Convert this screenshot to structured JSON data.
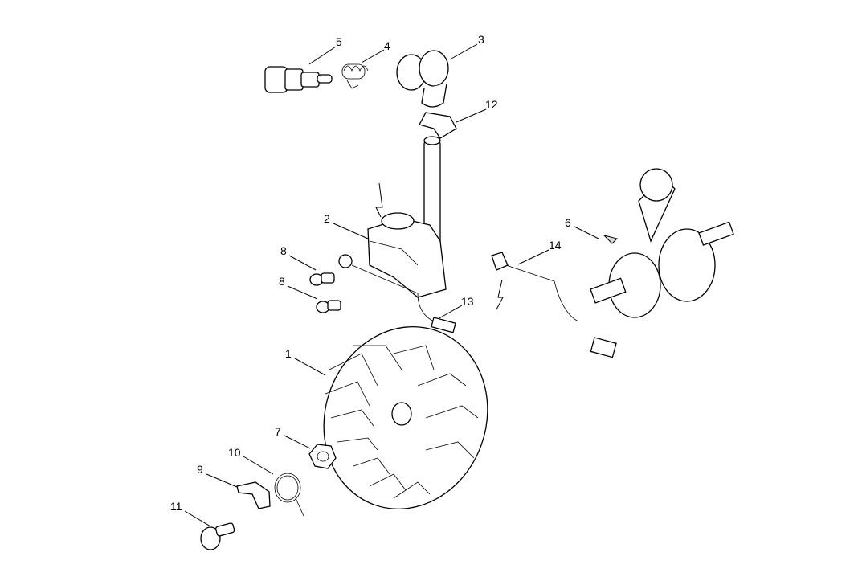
{
  "diagram": {
    "callouts": [
      {
        "id": "label-5",
        "text": "5"
      },
      {
        "id": "label-4",
        "text": "4"
      },
      {
        "id": "label-3",
        "text": "3"
      },
      {
        "id": "label-12",
        "text": "12"
      },
      {
        "id": "label-2",
        "text": "2"
      },
      {
        "id": "label-6",
        "text": "6"
      },
      {
        "id": "label-14",
        "text": "14"
      },
      {
        "id": "label-8a",
        "text": "8"
      },
      {
        "id": "label-8b",
        "text": "8"
      },
      {
        "id": "label-13",
        "text": "13"
      },
      {
        "id": "label-1",
        "text": "1"
      },
      {
        "id": "label-7",
        "text": "7"
      },
      {
        "id": "label-10",
        "text": "10"
      },
      {
        "id": "label-9",
        "text": "9"
      },
      {
        "id": "label-11",
        "text": "11"
      }
    ]
  }
}
